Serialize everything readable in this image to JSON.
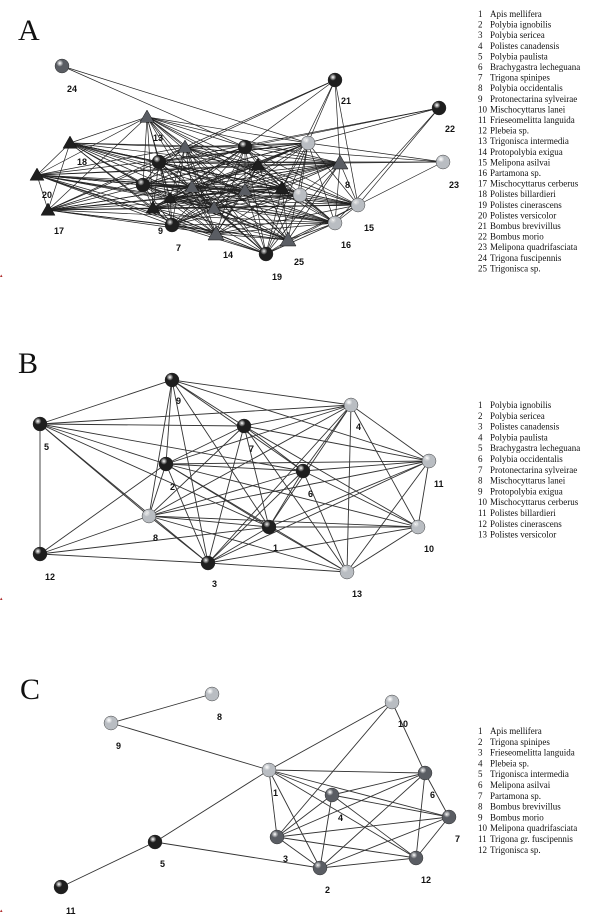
{
  "panels": {
    "A": {
      "label": "A",
      "legend": [
        {
          "num": "1",
          "name": "Apis mellifera"
        },
        {
          "num": "2",
          "name": "Polybia ignobilis"
        },
        {
          "num": "3",
          "name": "Polybia sericea"
        },
        {
          "num": "4",
          "name": "Polistes  canadensis"
        },
        {
          "num": "5",
          "name": "Polybia paulista"
        },
        {
          "num": "6",
          "name": "Brachygastra lecheguana"
        },
        {
          "num": "7",
          "name": "Trigona spinipes"
        },
        {
          "num": "8",
          "name": "Polybia occidentalis"
        },
        {
          "num": "9",
          "name": "Protonectarina sylveirae"
        },
        {
          "num": "10",
          "name": "Mischocyttarus lanei"
        },
        {
          "num": "11",
          "name": "Frieseomelitta languida"
        },
        {
          "num": "12",
          "name": "Plebeia sp."
        },
        {
          "num": "13",
          "name": "Trigonisca intermedia"
        },
        {
          "num": "14",
          "name": "Protopolybia exigua"
        },
        {
          "num": "15",
          "name": "Melipona asilvai"
        },
        {
          "num": "16",
          "name": "Partamona sp."
        },
        {
          "num": "17",
          "name": "Mischocyttarus cerberus"
        },
        {
          "num": "18",
          "name": "Polistes billardieri"
        },
        {
          "num": "19",
          "name": "Polistes cinerascens"
        },
        {
          "num": "20",
          "name": "Polistes versicolor"
        },
        {
          "num": "21",
          "name": "Bombus brevivillus"
        },
        {
          "num": "22",
          "name": "Bombus morio"
        },
        {
          "num": "23",
          "name": "Melipona quadrifasciata"
        },
        {
          "num": "24",
          "name": "Trigona fuscipennis"
        },
        {
          "num": "25",
          "name": "Trigonisca sp."
        }
      ],
      "node_labels": [
        "24",
        "21",
        "22",
        "23",
        "13",
        "18",
        "20",
        "17",
        "9",
        "7",
        "14",
        "25",
        "19",
        "16",
        "15",
        "8"
      ]
    },
    "B": {
      "label": "B",
      "legend": [
        {
          "num": "1",
          "name": "Polybia ignobilis"
        },
        {
          "num": "2",
          "name": "Polybia sericea"
        },
        {
          "num": "3",
          "name": "Polistes canadensis"
        },
        {
          "num": "4",
          "name": "Polybia paulista"
        },
        {
          "num": "5",
          "name": "Brachygastra lecheguana"
        },
        {
          "num": "6",
          "name": "Polybia occidentalis"
        },
        {
          "num": "7",
          "name": "Protonectarina sylveirae"
        },
        {
          "num": "8",
          "name": "Mischocyttarus lanei"
        },
        {
          "num": "9",
          "name": "Protopolybia exigua"
        },
        {
          "num": "10",
          "name": "Mischocyttarus cerberus"
        },
        {
          "num": "11",
          "name": "Polistes billardieri"
        },
        {
          "num": "12",
          "name": "Polistes cinerascens"
        },
        {
          "num": "13",
          "name": "Polistes versicolor"
        }
      ]
    },
    "C": {
      "label": "C",
      "legend": [
        {
          "num": "1",
          "name": "Apis mellifera"
        },
        {
          "num": "2",
          "name": "Trigona spinipes"
        },
        {
          "num": "3",
          "name": "Frieseomelitta languida"
        },
        {
          "num": "4",
          "name": "Plebeia sp."
        },
        {
          "num": "5",
          "name": "Trigonisca intermedia"
        },
        {
          "num": "6",
          "name": "Melipona asilvai"
        },
        {
          "num": "7",
          "name": "Partamona sp."
        },
        {
          "num": "8",
          "name": "Bombus brevivillus"
        },
        {
          "num": "9",
          "name": "Bombus morio"
        },
        {
          "num": "10",
          "name": "Melipona quadrifasciata"
        },
        {
          "num": "11",
          "name": "Trigona gr. fuscipennis"
        },
        {
          "num": "12",
          "name": "Trigonisca sp."
        }
      ]
    }
  },
  "colors": {
    "dark_node": "#1e1e1e",
    "mid_node": "#5a5d63",
    "light_node": "#b9bdc2",
    "edge": "#333333"
  }
}
